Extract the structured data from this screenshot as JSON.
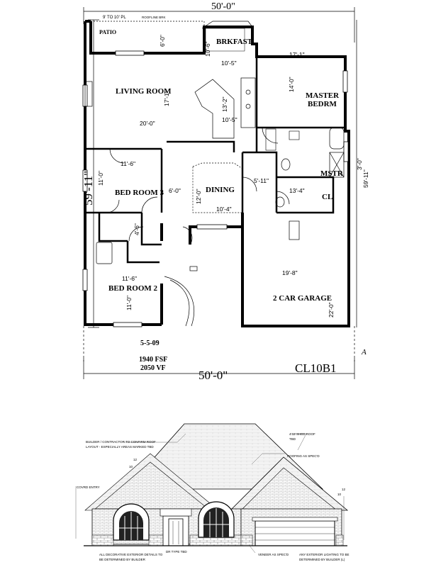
{
  "plan": {
    "top_width": "50'-0\"",
    "bottom_width": "50'-0\"",
    "left_depth": "59'-11\"",
    "right_depth": "59'-11\"",
    "top_offset": "9' TO 10' PL",
    "top_offset_2": "ROOFLINE BRK",
    "right_small_dim": "3'-0\"",
    "rooms": {
      "patio": "PATIO",
      "brkfast": "BRKFAST",
      "living": "LIVING ROOM",
      "master_1": "MASTER",
      "master_2": "BEDRM",
      "bed3": "BED ROOM 3",
      "dining": "DINING",
      "mstr_1": "MSTR",
      "mstr_2": "CL",
      "bed2": "BED ROOM 2",
      "garage": "2 CAR GARAGE"
    },
    "dims": {
      "patio_depth": "6'-0\"",
      "brk_w": "10'-5\"",
      "brk_d": "10'-6\"",
      "living_d": "17'-1\"",
      "living_w": "20'-0\"",
      "kitchen_d": "13'-2\"",
      "kitchen_w": "10'-5\"",
      "master_w": "17'-1\"",
      "master_d": "14'-0\"",
      "bed3_w": "11'-6\"",
      "bed3_d": "11'-0\"",
      "hall_w": "6'-0\"",
      "dining_d": "12'-0\"",
      "dining_w": "10'-4\"",
      "bath_w": "5'-11\"",
      "mstrcl_w": "13'-4\"",
      "closet": "4'-6\"",
      "bed2_w": "11'-6\"",
      "bed2_d": "11'-0\"",
      "garage_w": "19'-8\"",
      "garage_d": "22'-0\""
    },
    "date": "5-5-09",
    "area_1": "1940 FSF",
    "area_2": "2050 VF",
    "plan_code": "CL10B1",
    "stray_mark": "A"
  },
  "elevation": {
    "note_builder_1": "BUILDER / CONTRACTOR TO CONFIRM ROOF",
    "note_builder_2": "LAYOUT - ESPECIALLY AREAS MARKED TBD",
    "note_shed_1": "4:12 SHED ROOF",
    "note_shed_2": "TBD",
    "note_roofing": "ROOFING AS SPEC'D",
    "note_covd": "COVRD ENTRY",
    "pitch_left_1": "12",
    "pitch_left_2": "10",
    "pitch_right_1": "12",
    "pitch_right_2": "10",
    "note_dr": "DR TYPE TBD",
    "note_veneer": "VENEER AS SPEC'D",
    "note_decor_1": "ALL DECORATIVE EXTERIOR DETAILS TO",
    "note_decor_2": "BE DETERMINED BY BUILDER",
    "note_light_1": "ANY EXTERIOR LIGHTING TO BE",
    "note_light_2": "DETERMINED BY BUILDER (L)"
  }
}
